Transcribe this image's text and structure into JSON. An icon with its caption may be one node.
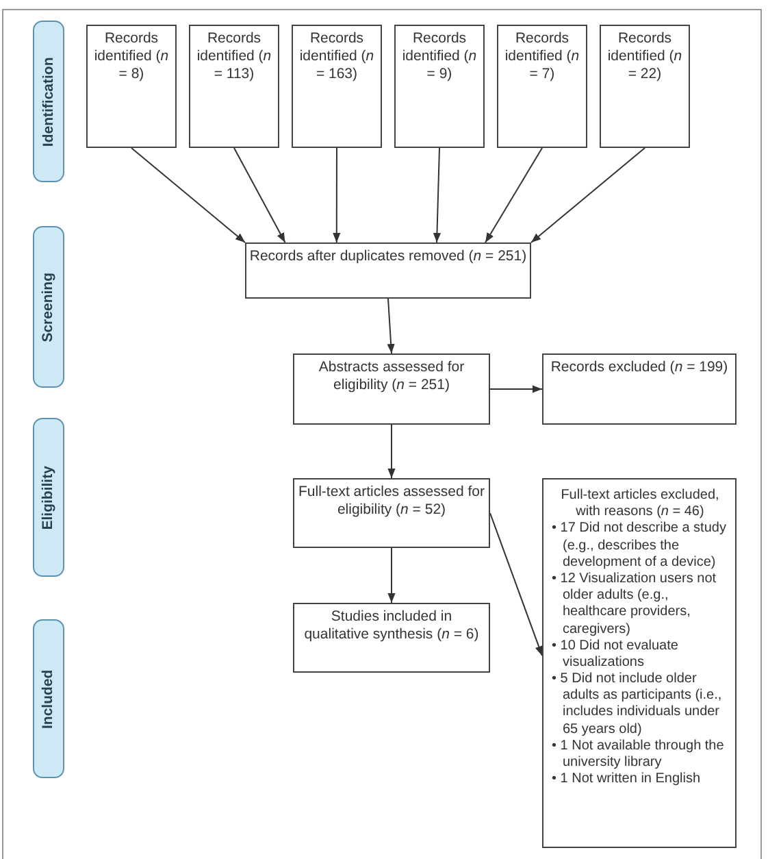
{
  "diagram": {
    "nodes": [
      {
        "text": [
          "Identification"
        ]
      },
      {
        "text": [
          "Screening"
        ]
      },
      {
        "text": [
          "Eligibility"
        ]
      },
      {
        "text": [
          "Included"
        ]
      },
      {
        "text": [
          "Records identified (*n* = 8)"
        ]
      },
      {
        "text": [
          "Records identified (*n* = 113)"
        ]
      },
      {
        "text": [
          "Records identified (*n* = 163)"
        ]
      },
      {
        "text": [
          "Records identified (*n* = 9)"
        ]
      },
      {
        "text": [
          "Records identified (*n* = 7)"
        ]
      },
      {
        "text": [
          "Records identified (*n* = 22)"
        ]
      },
      {
        "text": [
          "Records after duplicates removed (*n* = 251)"
        ]
      },
      {
        "text": [
          "Abstracts assessed for eligibility (*n* = 251)"
        ]
      },
      {
        "text": [
          "Records excluded (*n* = 199)"
        ]
      },
      {
        "text": [
          "Full-text articles assessed for eligibility (*n* = 52)"
        ]
      },
      {
        "text": [
          "Full-text articles excluded, with reasons (*n* = 46)",
          "• 17 Did not describe a study (e.g., describes the development of a device)",
          "• 12 Visualization users not older adults (e.g., healthcare providers, caregivers)",
          "• 10 Did not evaluate visualizations",
          "• 5 Did not include older adults as participants (i.e., includes individuals under 65 years old)",
          "• 1 Not available through the university library",
          "• 1 Not written in English"
        ]
      },
      {
        "text": [
          "Studies included in qualitative synthesis (*n* = 6)"
        ]
      }
    ],
    "edges": [
      {
        "from": 4,
        "to": 10,
        "arrow": "to"
      },
      {
        "from": 5,
        "to": 10,
        "arrow": "to"
      },
      {
        "from": 6,
        "to": 10,
        "arrow": "to"
      },
      {
        "from": 7,
        "to": 10,
        "arrow": "to"
      },
      {
        "from": 8,
        "to": 10,
        "arrow": "to"
      },
      {
        "from": 9,
        "to": 10,
        "arrow": "to"
      },
      {
        "from": 10,
        "to": 11,
        "arrow": "to"
      },
      {
        "from": 11,
        "to": 12,
        "arrow": "to"
      },
      {
        "from": 11,
        "to": 13,
        "arrow": "to"
      },
      {
        "from": 13,
        "to": 15,
        "arrow": "to"
      },
      {
        "from": 13,
        "to": 14,
        "arrow": "to"
      }
    ]
  }
}
